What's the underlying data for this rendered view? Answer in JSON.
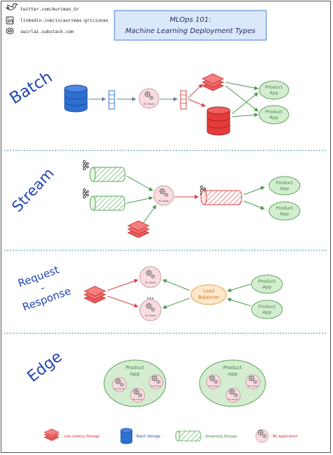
{
  "header": {
    "title_line1": "MLOps 101:",
    "title_line2": "Machine Learning Deployment Types",
    "links": [
      {
        "icon": "twitter-bird-icon",
        "text": "twitter.com/Aurimas_Gr"
      },
      {
        "icon": "linkedin-icon",
        "text": "linkedin.com/in/aurimas-griciunas"
      },
      {
        "icon": "substack-icon",
        "text": "swirlai.substack.com"
      }
    ]
  },
  "sections": {
    "batch": "Batch",
    "stream": "Stream",
    "request_line1": "Request",
    "request_dash": "-",
    "request_line2": "Response",
    "edge": "Edge"
  },
  "labels": {
    "ml_model": "ML Model",
    "product_line1": "Product",
    "product_line2": "App",
    "load_line1": "Load",
    "load_line2": "Balancer",
    "ellipsis": "..."
  },
  "legend": [
    {
      "icon": "low-latency-storage-icon",
      "text": "- Low Latency Storage"
    },
    {
      "icon": "batch-storage-icon",
      "text": "- Batch Storage"
    },
    {
      "icon": "streaming-storage-icon",
      "text": "- Streaming Storage"
    },
    {
      "icon": "ml-application-icon",
      "text": "- ML Application"
    }
  ],
  "colors": {
    "blue": "#2e6fd1",
    "red": "#e53b3b",
    "green_fill": "#d4edd0",
    "green_stroke": "#5aa55a",
    "pink_fill": "#f9dbe0",
    "pink_stroke": "#c9a0a8",
    "orange_fill": "#fde8cc",
    "orange_stroke": "#e0a050",
    "divider": "#3a8fa6",
    "title_fill": "#dbe8fb",
    "title_stroke": "#6a9be0",
    "section_text": "#2346b5"
  }
}
